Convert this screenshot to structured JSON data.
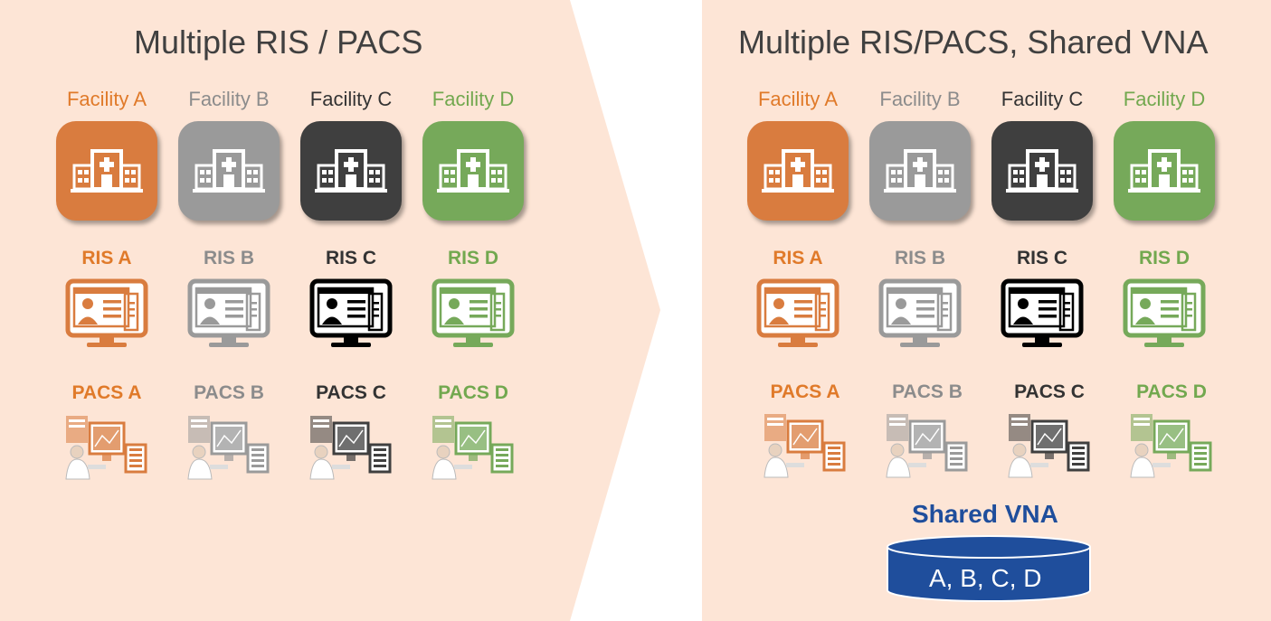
{
  "left": {
    "title": "Multiple RIS / PACS",
    "facilities": [
      {
        "label": "Facility A",
        "ris": "RIS A",
        "pacs": "PACS A",
        "color": "#d97c3f",
        "text_color": "#e07a2a"
      },
      {
        "label": "Facility B",
        "ris": "RIS B",
        "pacs": "PACS B",
        "color": "#9a9a9a",
        "text_color": "#8c8c8c"
      },
      {
        "label": "Facility C",
        "ris": "RIS C",
        "pacs": "PACS C",
        "color": "#3f3f3f",
        "text_color": "#333333"
      },
      {
        "label": "Facility D",
        "ris": "RIS D",
        "pacs": "PACS D",
        "color": "#76a95a",
        "text_color": "#72a84f"
      }
    ]
  },
  "right": {
    "title": "Multiple RIS/PACS, Shared VNA",
    "facilities": [
      {
        "label": "Facility A",
        "ris": "RIS A",
        "pacs": "PACS A",
        "color": "#d97c3f",
        "text_color": "#e07a2a"
      },
      {
        "label": "Facility B",
        "ris": "RIS B",
        "pacs": "PACS B",
        "color": "#9a9a9a",
        "text_color": "#8c8c8c"
      },
      {
        "label": "Facility C",
        "ris": "RIS C",
        "pacs": "PACS C",
        "color": "#3f3f3f",
        "text_color": "#333333"
      },
      {
        "label": "Facility D",
        "ris": "RIS D",
        "pacs": "PACS D",
        "color": "#76a95a",
        "text_color": "#72a84f"
      }
    ],
    "vna": {
      "label": "Shared VNA",
      "contents": "A, B, C, D",
      "color": "#1f4e9c"
    }
  },
  "colors": {
    "background_panel": "#fde5d6"
  }
}
